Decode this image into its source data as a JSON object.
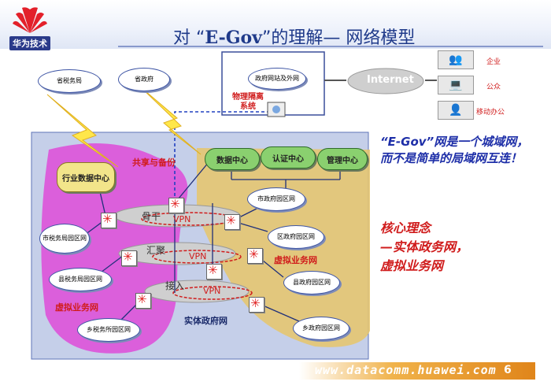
{
  "header": {
    "logo_text": "华为技术",
    "title_prefix": "对 “",
    "title_bold": "E-Gov",
    "title_suffix": "”的理解— 网络模型"
  },
  "top": {
    "tax_bureau": "省税务局",
    "gov": "省政府",
    "gov_website": "政府网站及外网",
    "isolation": "物理隔离系统",
    "internet": "Internet",
    "clients": [
      "企业",
      "公众",
      "移动办公"
    ]
  },
  "network": {
    "share_backup": "共享与备份",
    "industry_dc": "行业数据中心",
    "data_centers": [
      "数据中心",
      "认证中心",
      "管理中心"
    ],
    "city_gov": "市政府园区网",
    "city_tax": "市税务局园区网",
    "district_gov": "区政府园区网",
    "county_tax": "县税务局园区网",
    "county_gov": "县政府园区网",
    "township_tax": "乡税务所园区网",
    "township_gov": "乡政府园区网",
    "backbone": "骨干",
    "convergence": "汇聚",
    "access": "接入",
    "vpn": "VPN",
    "virtual_business_net": "虚拟业务网",
    "physical_gov_net": "实体政府网"
  },
  "right_text": {
    "para1": "“E-Gov”网是一个城域网，而不是简单的局域网互连！",
    "para2_line1": "核心理念",
    "para2_line2": "—实体政务网，",
    "para2_line3": "虚拟业务网"
  },
  "footer": {
    "url": "www.datacomm.huawei.com",
    "page": "6"
  },
  "colors": {
    "accent": "#1f3a8a",
    "red": "#d01c1c",
    "magenta": "#e13ad6",
    "yellow_area": "#e6c56a",
    "data_center_green": "#8ad06f"
  }
}
